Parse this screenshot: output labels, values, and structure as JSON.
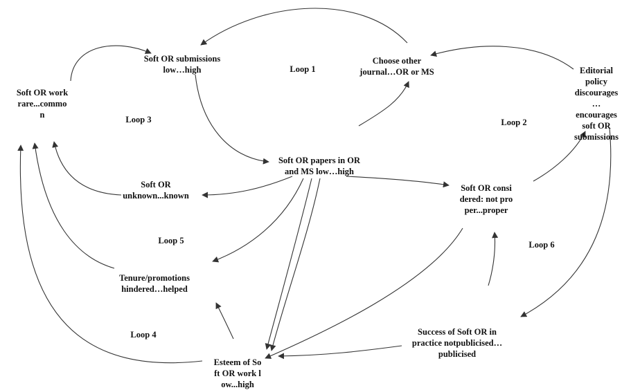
{
  "diagram": {
    "nodes": {
      "soft_or_work": "Soft OR work\nrare...commo\nn",
      "soft_or_submissions": "Soft OR submissions\nlow…high",
      "choose_other_journal": "Choose other\njournal…OR or MS",
      "editorial_policy": "Editorial policy\ndiscourages\n…encourages\nsoft OR\nsubmissions",
      "soft_or_papers": "Soft OR papers in OR\nand MS low…high",
      "soft_or_unknown": "Soft OR\nunknown...known",
      "soft_or_considered": "Soft OR consi\ndered: not pro\nper...proper",
      "tenure_promotions": "Tenure/promotions\nhindered…helped",
      "esteem_of_soft_or": "Esteem of So\nft OR work l\now...high",
      "success_of_soft_or": "Success of Soft OR in\npractice notpublicised…\npublicised"
    },
    "loops": {
      "loop1": "Loop 1",
      "loop2": "Loop 2",
      "loop3": "Loop 3",
      "loop4": "Loop 4",
      "loop5": "Loop 5",
      "loop6": "Loop 6"
    },
    "colors": {
      "line": "#333333",
      "text": "#111111"
    }
  }
}
